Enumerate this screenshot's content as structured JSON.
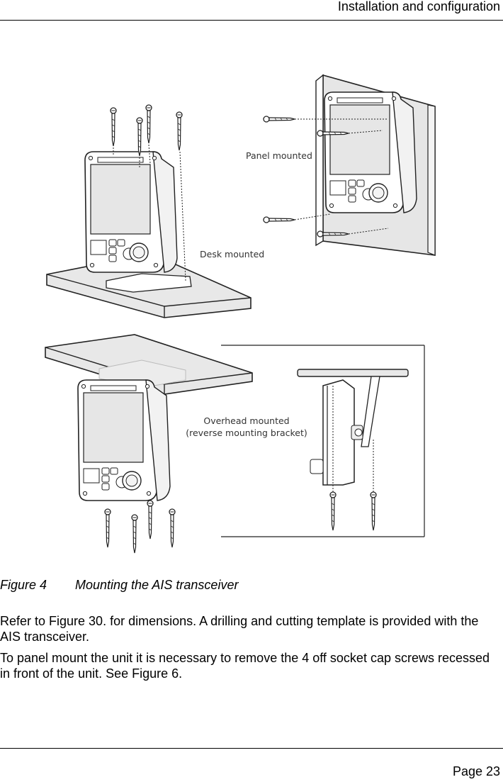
{
  "header": {
    "title": "Installation and configuration"
  },
  "figure": {
    "labels": {
      "panel": "Panel mounted",
      "desk": "Desk mounted",
      "overhead_1": "Overhead mounted",
      "overhead_2": "(reverse mounting bracket)"
    },
    "caption_number": "Figure 4",
    "caption_text": "Mounting the AIS transceiver"
  },
  "body": {
    "paragraph_1": "Refer to Figure 30. for dimensions. A drilling and cutting template is provided with the AIS transceiver.",
    "paragraph_2": "To panel mount the unit it is necessary to remove the 4 off socket cap screws recessed in front of the unit. See Figure 6."
  },
  "footer": {
    "page": "Page  23"
  }
}
